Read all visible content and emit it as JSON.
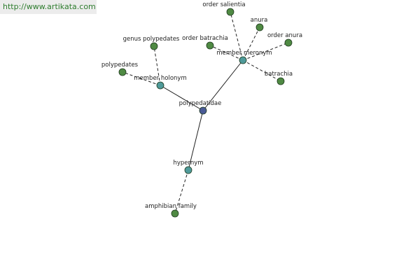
{
  "watermark": {
    "url_text": "http://www.artikata.com"
  },
  "colors": {
    "center": "#4a5a96",
    "relation": "#4f9a9a",
    "leaf": "#4f8a43",
    "edge": "#222222",
    "watermark_text": "#2e7d2e",
    "watermark_bg": "#ececec"
  },
  "graph": {
    "nodes": [
      {
        "id": "polypedatidae",
        "label": "polypedatidae",
        "kind": "center"
      },
      {
        "id": "member-holonym",
        "label": "member holonym",
        "kind": "relation"
      },
      {
        "id": "member-meronym",
        "label": "member meronym",
        "kind": "relation"
      },
      {
        "id": "hypernym",
        "label": "hypernym",
        "kind": "relation"
      },
      {
        "id": "genus-polypedates",
        "label": "genus polypedates",
        "kind": "leaf"
      },
      {
        "id": "polypedates",
        "label": "polypedates",
        "kind": "leaf"
      },
      {
        "id": "order-salientia",
        "label": "order salientia",
        "kind": "leaf"
      },
      {
        "id": "anura",
        "label": "anura",
        "kind": "leaf"
      },
      {
        "id": "order-batrachia",
        "label": "order batrachia",
        "kind": "leaf"
      },
      {
        "id": "order-anura",
        "label": "order anura",
        "kind": "leaf"
      },
      {
        "id": "batrachia",
        "label": "batrachia",
        "kind": "leaf"
      },
      {
        "id": "amphibian-family",
        "label": "amphibian family",
        "kind": "leaf"
      }
    ],
    "edges": [
      {
        "from": "polypedatidae",
        "to": "member-holonym",
        "style": "solid"
      },
      {
        "from": "polypedatidae",
        "to": "member-meronym",
        "style": "solid"
      },
      {
        "from": "polypedatidae",
        "to": "hypernym",
        "style": "solid"
      },
      {
        "from": "member-holonym",
        "to": "genus-polypedates",
        "style": "dashed"
      },
      {
        "from": "member-holonym",
        "to": "polypedates",
        "style": "dashed"
      },
      {
        "from": "member-meronym",
        "to": "order-salientia",
        "style": "dashed"
      },
      {
        "from": "member-meronym",
        "to": "anura",
        "style": "dashed"
      },
      {
        "from": "member-meronym",
        "to": "order-batrachia",
        "style": "dashed"
      },
      {
        "from": "member-meronym",
        "to": "order-anura",
        "style": "dashed"
      },
      {
        "from": "member-meronym",
        "to": "batrachia",
        "style": "dashed"
      },
      {
        "from": "hypernym",
        "to": "amphibian-family",
        "style": "dashed"
      }
    ]
  }
}
